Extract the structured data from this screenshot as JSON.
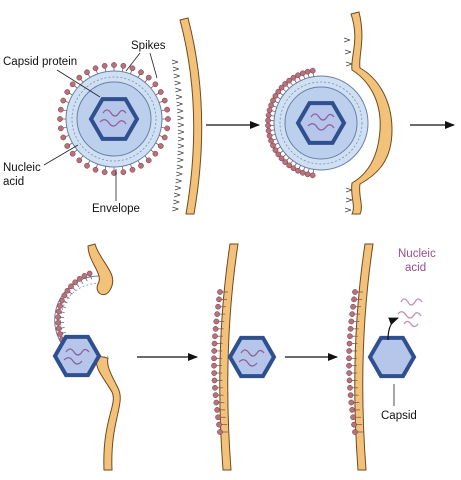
{
  "labels": {
    "capsid_protein": "Capsid protein",
    "spikes": "Spikes",
    "nucleic_line1": "Nucleic",
    "nucleic_line2": "acid",
    "envelope": "Envelope",
    "released_nucleic_line1": "Nucleic",
    "released_nucleic_line2": "acid",
    "capsid": "Capsid"
  },
  "colors": {
    "membrane_fill": "#f3c27a",
    "membrane_stroke": "#6f4a1e",
    "envelope_fill": "#cfe0f3",
    "capsid_inner_fill": "#bcd0ee",
    "hexagon_stroke": "#2f4f8f",
    "hexagon_fill": "#b5c6ea",
    "spike_head": "#b8707a",
    "nucleic_acid": "#c98bb0",
    "arrow": "#111111"
  }
}
